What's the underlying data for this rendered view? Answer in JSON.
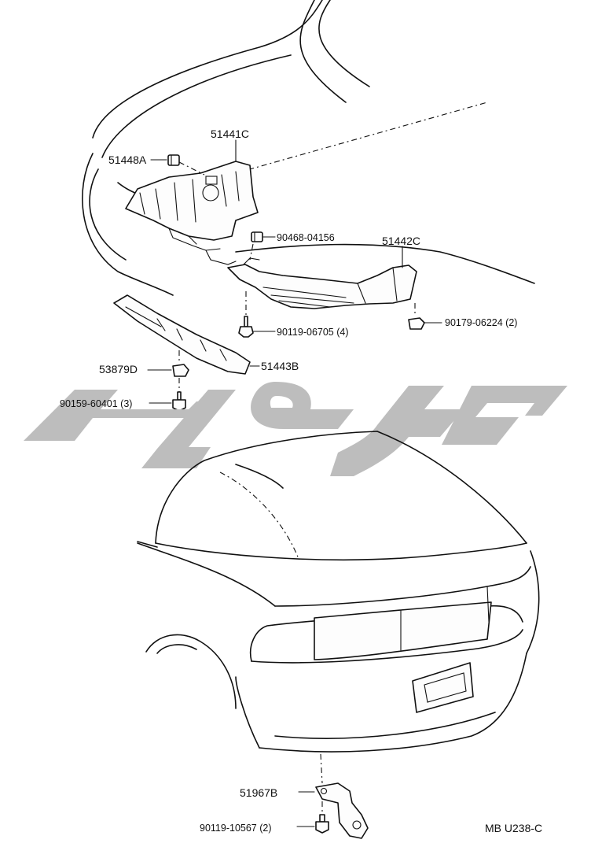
{
  "labels": {
    "p51441C": "51441C",
    "p51448A": "51448A",
    "p90468": "90468-04156",
    "p51442C": "51442C",
    "p90119_06705": "90119-06705 (4)",
    "p90179": "90179-06224 (2)",
    "p53879D": "53879D",
    "p51443B": "51443B",
    "p90159": "90159-60401 (3)",
    "p51967B": "51967B",
    "p90119_10567": "90119-10567 (2)",
    "diagram_code": "MB U238-C"
  },
  "watermark": {
    "color": "#bdbdbd"
  },
  "icons": [
    "clip-icon",
    "bolt-icon",
    "nut-icon"
  ]
}
